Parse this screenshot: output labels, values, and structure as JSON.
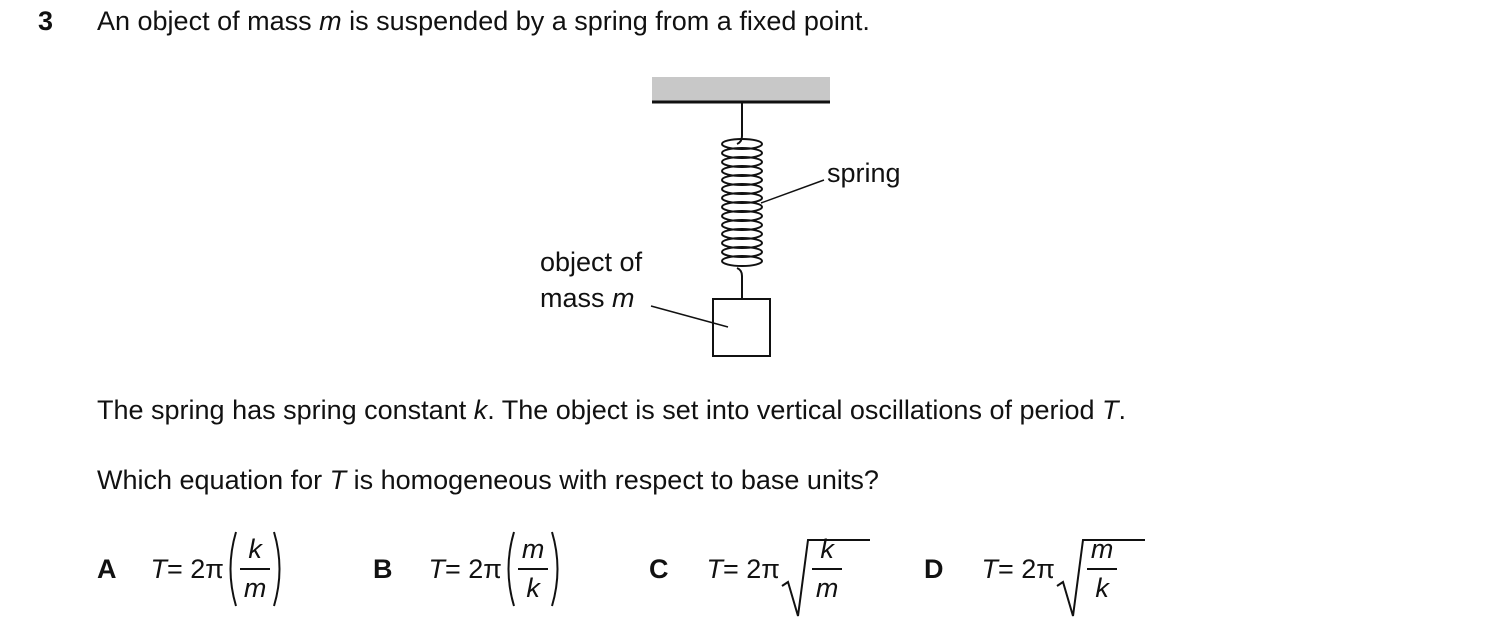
{
  "question": {
    "number": "3",
    "intro_parts": [
      "An object of mass ",
      "m",
      " is suspended by a spring from a fixed point."
    ],
    "statement_parts": [
      "The spring has spring constant ",
      "k",
      ". The object is set into vertical oscillations of period ",
      "T",
      "."
    ],
    "prompt_parts": [
      "Which equation for ",
      "T",
      " is homogeneous with respect to base units?"
    ]
  },
  "diagram": {
    "spring_label": "spring",
    "object_label_line1": "object of",
    "object_label_line2_prefix": "mass ",
    "object_label_line2_var": "m"
  },
  "options": [
    {
      "letter": "A",
      "lhs": "T",
      "equals": " = 2π",
      "numerator": "k",
      "denominator": "m",
      "form": "parentheses"
    },
    {
      "letter": "B",
      "lhs": "T",
      "equals": " = 2π",
      "numerator": "m",
      "denominator": "k",
      "form": "parentheses"
    },
    {
      "letter": "C",
      "lhs": "T",
      "equals": " = 2π",
      "numerator": "k",
      "denominator": "m",
      "form": "sqrt"
    },
    {
      "letter": "D",
      "lhs": "T",
      "equals": " = 2π",
      "numerator": "m",
      "denominator": "k",
      "form": "sqrt"
    }
  ]
}
